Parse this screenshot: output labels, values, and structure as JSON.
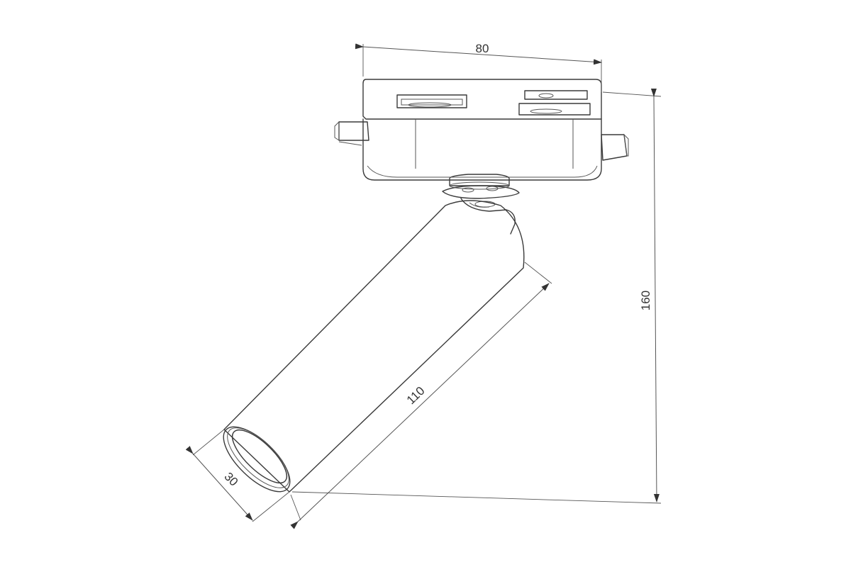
{
  "dimensions": {
    "width_label": "80",
    "height_label": "160",
    "length_label": "110",
    "diameter_label": "30"
  },
  "colors": {
    "line": "#3a3a3a",
    "background": "#ffffff"
  }
}
